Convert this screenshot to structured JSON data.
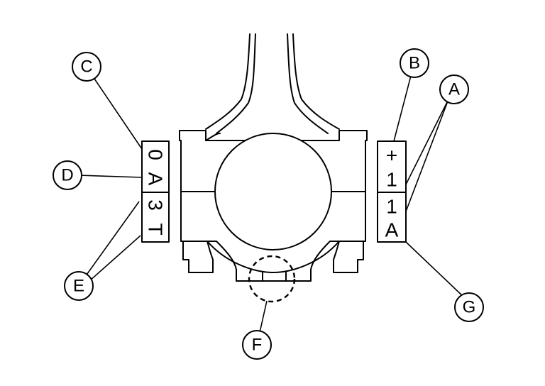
{
  "callouts": {
    "a": "A",
    "b": "B",
    "c": "C",
    "d": "D",
    "e": "E",
    "f": "F",
    "g": "G"
  },
  "left_marks": {
    "upper_1": "0",
    "upper_2": "A",
    "lower_1": "3",
    "lower_2": "T"
  },
  "right_marks": {
    "upper_1": "+",
    "upper_2": "1",
    "lower_1": "1",
    "lower_2": "A"
  }
}
